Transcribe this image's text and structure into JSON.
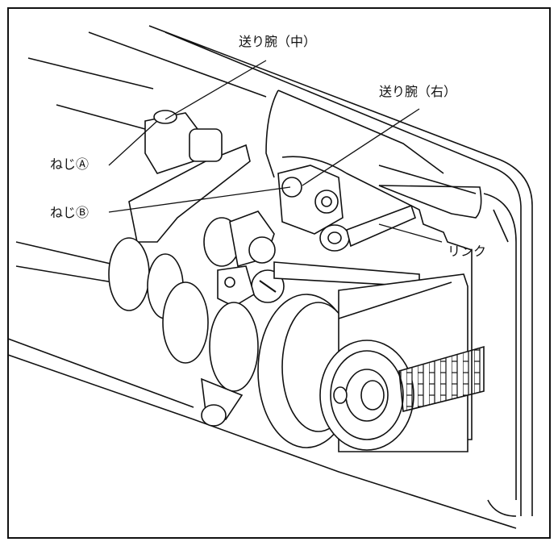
{
  "labels": {
    "feed_arm_middle": "送り腕（中）",
    "feed_arm_right": "送り腕（右）",
    "screw_a": "ねじⒶ",
    "screw_b": "ねじⒷ",
    "link": "リンク"
  }
}
